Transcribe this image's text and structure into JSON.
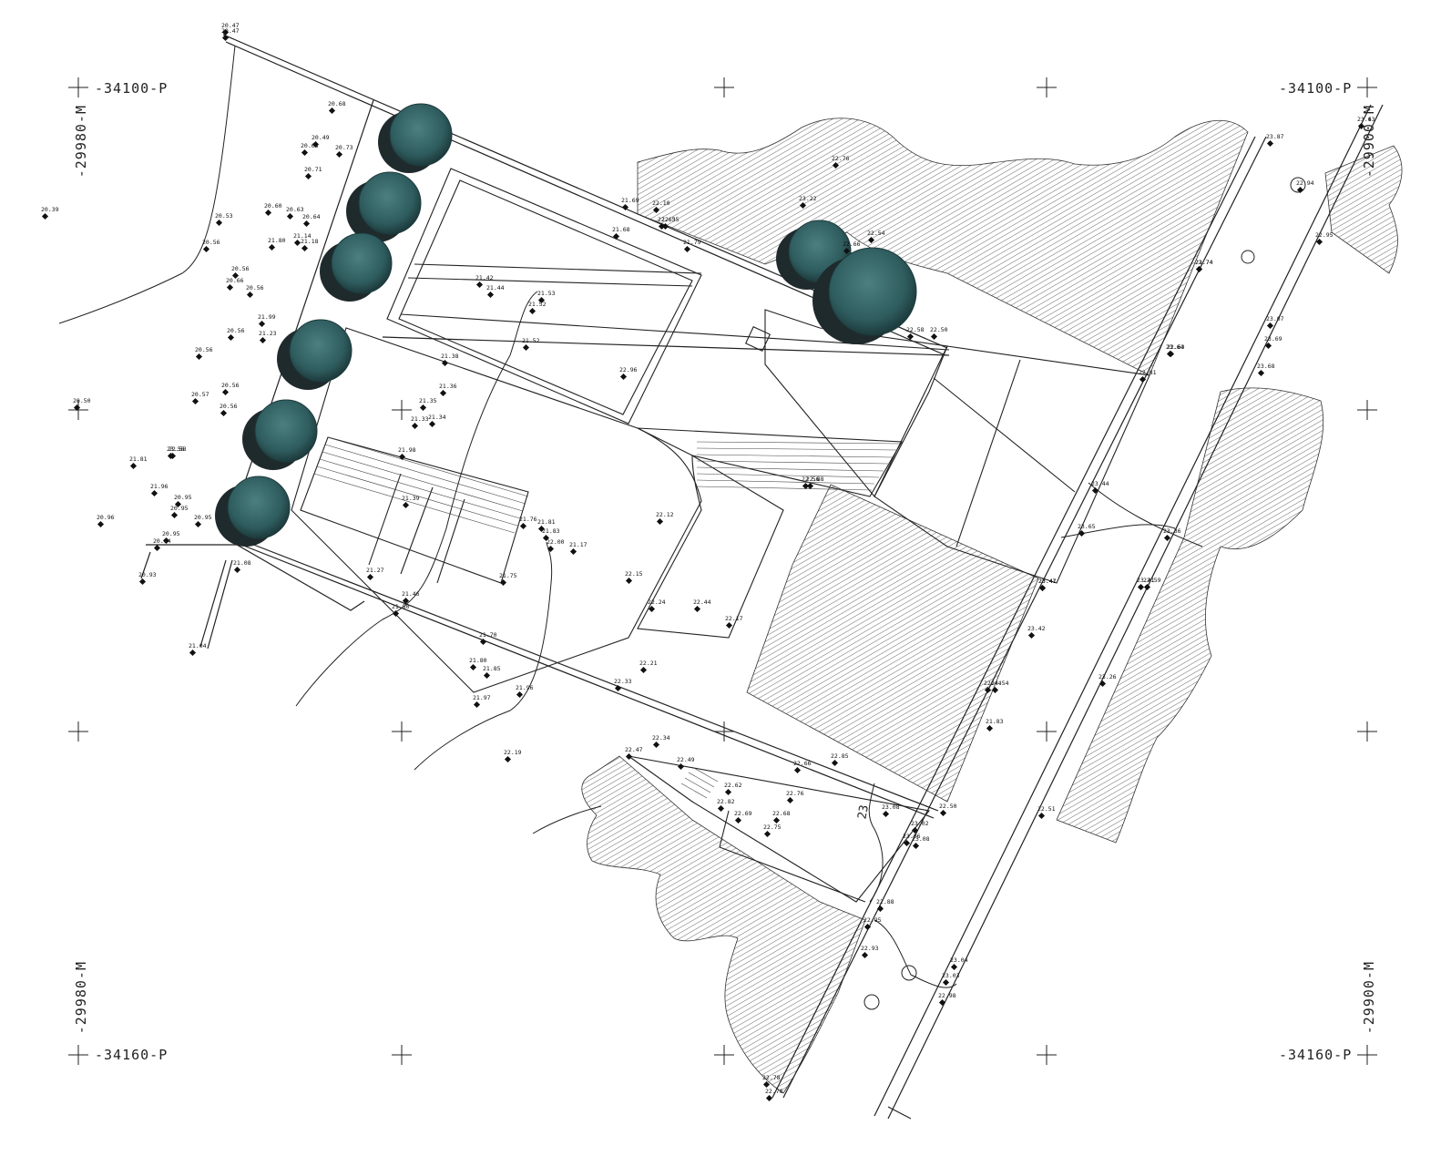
{
  "grid_labels": {
    "top_left_p": "-34100-P",
    "top_right_p": "-34100-P",
    "bottom_left_p": "-34160-P",
    "bottom_right_p": "-34160-P",
    "top_left_m": "-29980-M",
    "bottom_left_m": "-29980-M",
    "top_right_m": "-29900-M",
    "bottom_right_m": "-29900-M"
  },
  "contour_label": "23",
  "colors": {
    "tree_fill": "#2f5d5f",
    "tree_shadow": "#1f2a2d",
    "hatch": "#555555",
    "line": "#222222"
  },
  "spot_elevations": [
    "20.47",
    "20.47",
    "20.68",
    "20.49",
    "20.68",
    "20.73",
    "20.71",
    "20.39",
    "20.53",
    "20.60",
    "20.63",
    "20.64",
    "20.56",
    "21.80",
    "21.18",
    "21.14",
    "20.56",
    "20.66",
    "20.56",
    "21.99",
    "21.23",
    "20.56",
    "20.56",
    "20.57",
    "20.56",
    "20.56",
    "20.50",
    "21.81",
    "21.96",
    "20.95",
    "20.95",
    "20.96",
    "20.95",
    "20.95",
    "20.94",
    "20.93",
    "21.08",
    "21.04",
    "22.58",
    "21.42",
    "21.44",
    "21.53",
    "21.52",
    "21.52",
    "21.38",
    "21.33",
    "21.35",
    "21.36",
    "21.34",
    "21.98",
    "21.39",
    "21.27",
    "21.76",
    "21.81",
    "21.83",
    "22.00",
    "21.17",
    "21.75",
    "21.46",
    "21.50",
    "21.70",
    "21.80",
    "21.85",
    "21.97",
    "21.96",
    "22.19",
    "21.68",
    "21.69",
    "21.79",
    "22.10",
    "22.12",
    "22.15",
    "22.24",
    "22.44",
    "22.17",
    "22.21",
    "22.33",
    "22.34",
    "22.47",
    "22.49",
    "22.66",
    "22.76",
    "22.62",
    "22.82",
    "22.69",
    "22.68",
    "22.75",
    "22.63",
    "22.74",
    "22.76",
    "22.63",
    "22.88",
    "22.85",
    "23.08",
    "23.02",
    "23.06",
    "23.08",
    "23.41",
    "23.04",
    "23.03",
    "22.98",
    "22.93",
    "22.95",
    "22.78",
    "22.78",
    "23.74",
    "23.64",
    "23.63",
    "23.87",
    "23.07",
    "23.69",
    "23.68",
    "23.65",
    "23.47",
    "23.41",
    "23.42",
    "23.36",
    "23.26",
    "23.22",
    "23.56",
    "22.96",
    "22.58",
    "22.66",
    "22.54",
    "22.56",
    "22.50",
    "22.88",
    "22.95",
    "22.94",
    "22.81",
    "22.55",
    "24.54",
    "21.83",
    "22.59",
    "22.44",
    "23.44",
    "22.50",
    "22.51",
    "22.71",
    "22.91"
  ]
}
